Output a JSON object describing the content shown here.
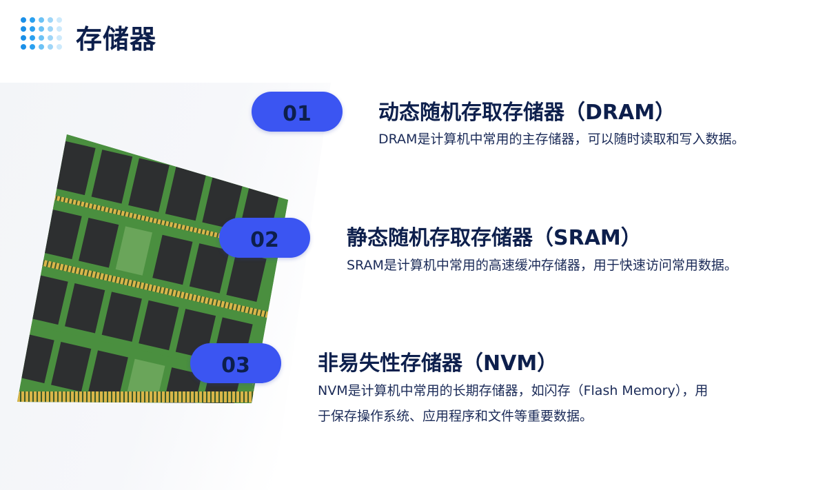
{
  "header": {
    "title": "存储器"
  },
  "items": [
    {
      "number": "01",
      "title": "动态随机存取存储器（DRAM）",
      "description": "DRAM是计算机中常用的主存储器，可以随时读取和写入数据。"
    },
    {
      "number": "02",
      "title": "静态随机存取存储器（SRAM）",
      "description": "SRAM是计算机中常用的高速缓冲存储器，用于快速访问常用数据。"
    },
    {
      "number": "03",
      "title": "非易失性存储器（NVM）",
      "description_line1": "NVM是计算机中常用的长期存储器，如闪存（Flash Memory），用",
      "description_line2": "于保存操作系统、应用程序和文件等重要数据。"
    }
  ],
  "colors": {
    "accent": "#3b55f2",
    "title": "#0d1f4c",
    "dots_dark": "#1a8fe8",
    "dots_light": "#bfe3fb"
  },
  "icons": {
    "logo": "dot-grid-icon",
    "image": "ram-modules-photo"
  }
}
